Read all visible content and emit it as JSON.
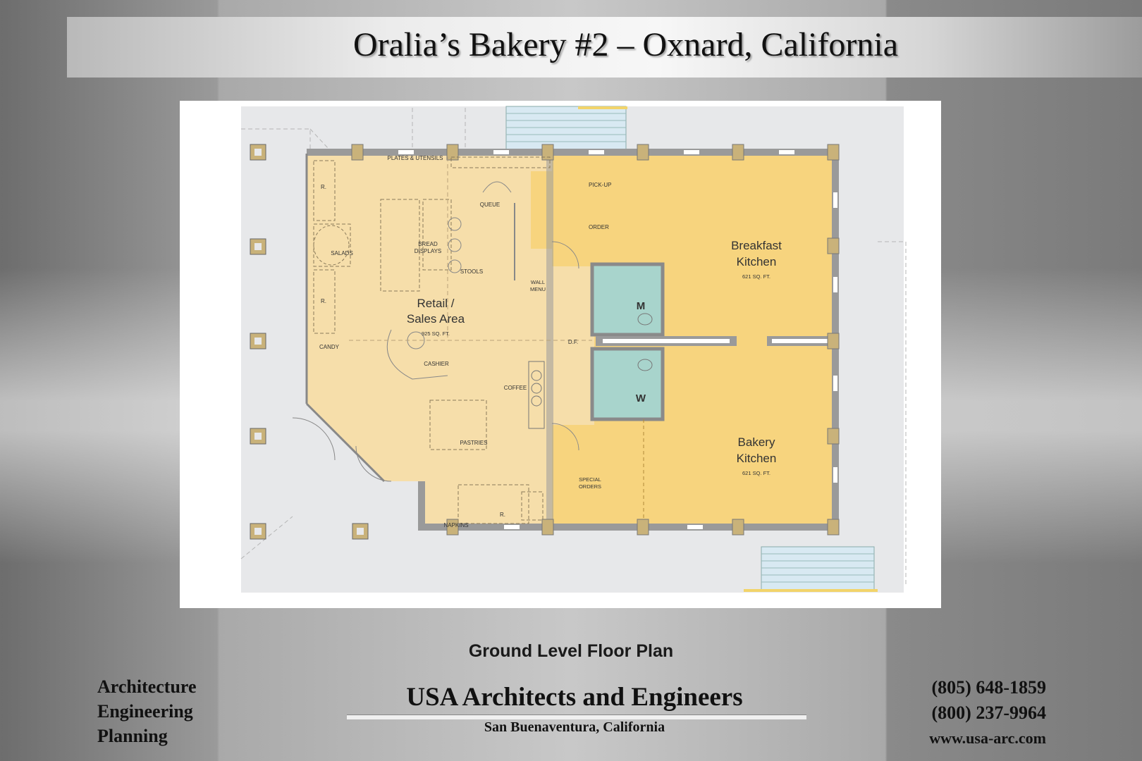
{
  "header": {
    "title": "Oralia’s Bakery #2 – Oxnard, California"
  },
  "plan": {
    "rooms": {
      "retail": {
        "name_line1": "Retail /",
        "name_line2": "Sales Area",
        "area": "925 SQ. FT."
      },
      "breakfast": {
        "name_line1": "Breakfast",
        "name_line2": "Kitchen",
        "area": "621 SQ. FT."
      },
      "bakery": {
        "name_line1": "Bakery",
        "name_line2": "Kitchen",
        "area": "621 SQ. FT."
      },
      "restroom_men": "M",
      "restroom_women": "W"
    },
    "labels": {
      "plates": "PLATES & UTENSILS",
      "pickup": "PICK-UP",
      "order": "ORDER",
      "queue": "QUEUE",
      "r1": "R.",
      "r2": "R.",
      "r3": "R.",
      "salads": "SALADS",
      "bread_l1": "BREAD",
      "bread_l2": "DISPLAYS",
      "stools": "STOOLS",
      "wall_l1": "WALL",
      "wall_l2": "MENU",
      "candy": "CANDY",
      "cashier": "CASHIER",
      "df": "D.F.",
      "coffee": "COFFEE",
      "pastries": "PASTRIES",
      "special_l1": "SPECIAL",
      "special_l2": "ORDERS",
      "napkins": "NAPKINS"
    },
    "colors": {
      "retail_fill": "#f6deaa",
      "kitchen_fill": "#f7d47e",
      "restroom_fill": "#a8d4cc",
      "site_fill": "#e7e8ea",
      "wall_fill": "#9a9a9a",
      "column_fill": "#c9b27a",
      "stair_fill": "#d8e9f2"
    }
  },
  "caption": "Ground Level Floor Plan",
  "firm": {
    "name": "USA Architects and Engineers",
    "city": "San Buenaventura, California"
  },
  "services": [
    "Architecture",
    "Engineering",
    "Planning"
  ],
  "contact": {
    "phone1": "(805) 648-1859",
    "phone2": "(800) 237-9964",
    "website": "www.usa-arc.com"
  }
}
